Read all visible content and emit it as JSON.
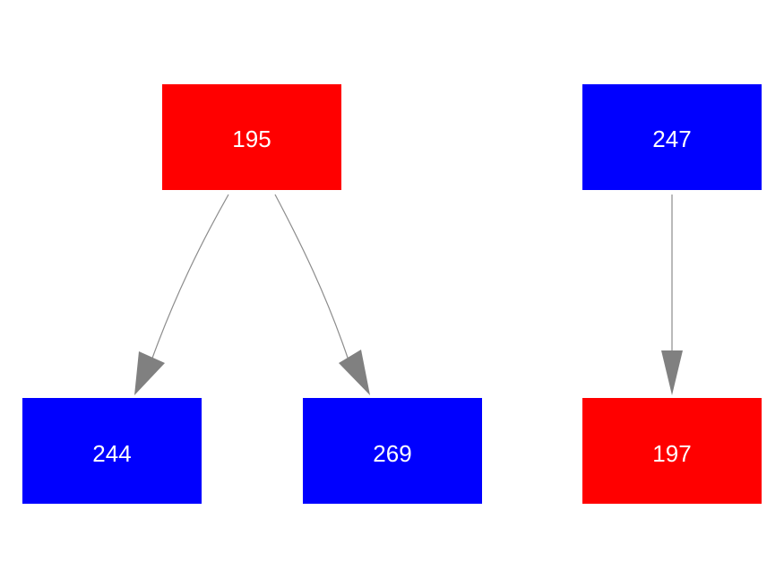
{
  "diagram": {
    "nodes": [
      {
        "id": "n195",
        "label": "195",
        "color": "#ff0000"
      },
      {
        "id": "n244",
        "label": "244",
        "color": "#0000ff"
      },
      {
        "id": "n269",
        "label": "269",
        "color": "#0000ff"
      },
      {
        "id": "n247",
        "label": "247",
        "color": "#0000ff"
      },
      {
        "id": "n197",
        "label": "197",
        "color": "#ff0000"
      }
    ],
    "edges": [
      {
        "from": "n195",
        "to": "n244"
      },
      {
        "from": "n195",
        "to": "n269"
      },
      {
        "from": "n247",
        "to": "n197"
      }
    ],
    "edge_color": "#808080"
  }
}
